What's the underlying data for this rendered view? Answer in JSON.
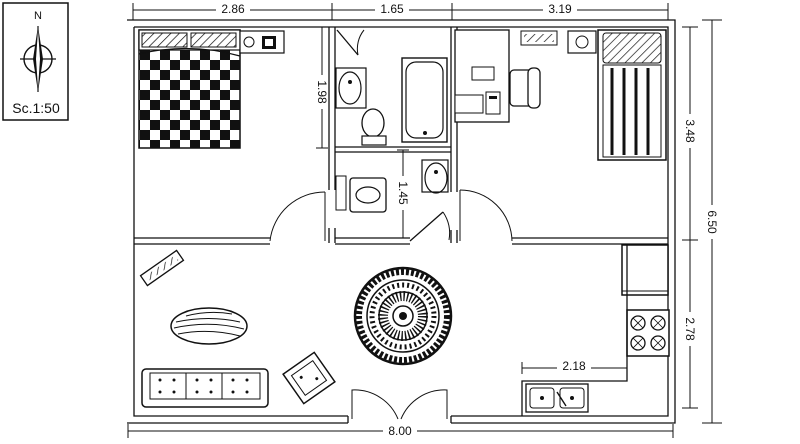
{
  "legend": {
    "north_label": "N",
    "scale_label": "Sc.1:50",
    "icon": "north-arrow-icon"
  },
  "dimensions": {
    "top_left": "2.86",
    "top_middle": "1.65",
    "top_right": "3.19",
    "bottom_total": "8.00",
    "right_total": "6.50",
    "right_upper": "3.48",
    "right_lower": "2.78",
    "bath_height": "1.98",
    "wc_height": "1.45",
    "kitchen_counter": "2.18"
  },
  "colors": {
    "line": "#111111",
    "background": "#ffffff"
  },
  "fixtures": [
    "double-bed",
    "bedside-table",
    "bathtub",
    "toilet",
    "washbasin",
    "squat-toilet",
    "single-bed",
    "desk",
    "office-chair",
    "sofa",
    "oval-coffee-table",
    "armchair",
    "round-rug",
    "stove",
    "refrigerator",
    "kitchen-sink",
    "tv-unit"
  ]
}
